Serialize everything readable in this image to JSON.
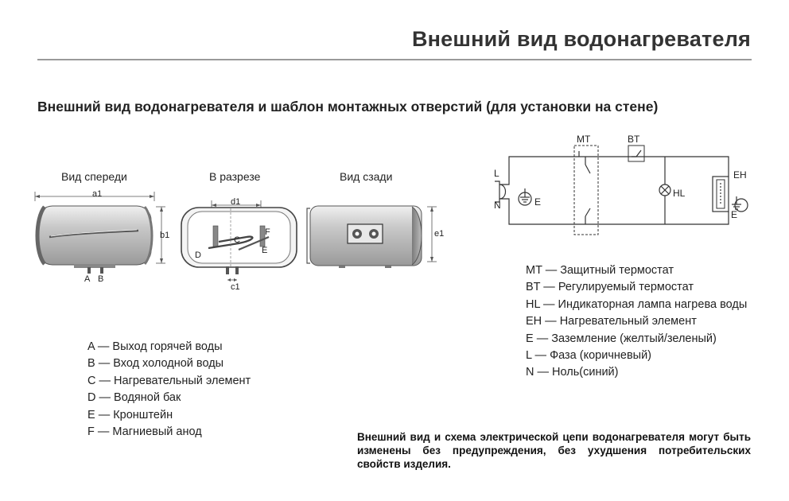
{
  "page": {
    "title": "Внешний вид водонагревателя",
    "section_heading": "Внешний вид водонагревателя и шаблон монтажных отверстий (для установки на стене)"
  },
  "views": {
    "front": "Вид спереди",
    "section": "В разрезе",
    "back": "Вид сзади"
  },
  "dimension_labels": {
    "a1": "a1",
    "b1": "b1",
    "d1": "d1",
    "c1": "c1",
    "e1": "e1"
  },
  "part_letters": [
    "A",
    "B",
    "C",
    "D",
    "E",
    "F"
  ],
  "parts_legend": [
    "A — Выход горячей воды",
    "B — Вход холодной воды",
    "C — Нагревательный элемент",
    "D — Водяной бак",
    "E — Кронштейн",
    "F — Магниевый анод"
  ],
  "circuit": {
    "labels": {
      "mt": "MT",
      "bt": "BT",
      "hl": "HL",
      "eh": "EH",
      "l": "L",
      "n": "N",
      "e": "E"
    },
    "legend": [
      "MT — Защитный термостат",
      "BT — Регулируемый термостат",
      "HL — Индикаторная лампа нагрева воды",
      "EH — Нагревательный элемент",
      "E — Заземление (желтый/зеленый)",
      "L — Фаза (коричневый)",
      "N — Ноль(синий)"
    ]
  },
  "note": "Внешний вид и схема электрической цепи водонагревателя могут быть изменены без предупреждения, без ухудшения потребительских свойств изделия.",
  "colors": {
    "heater_body": "#d0d0d0",
    "heater_dark": "#6f6f6f",
    "line": "#444444",
    "rule": "#9a9a9a"
  }
}
